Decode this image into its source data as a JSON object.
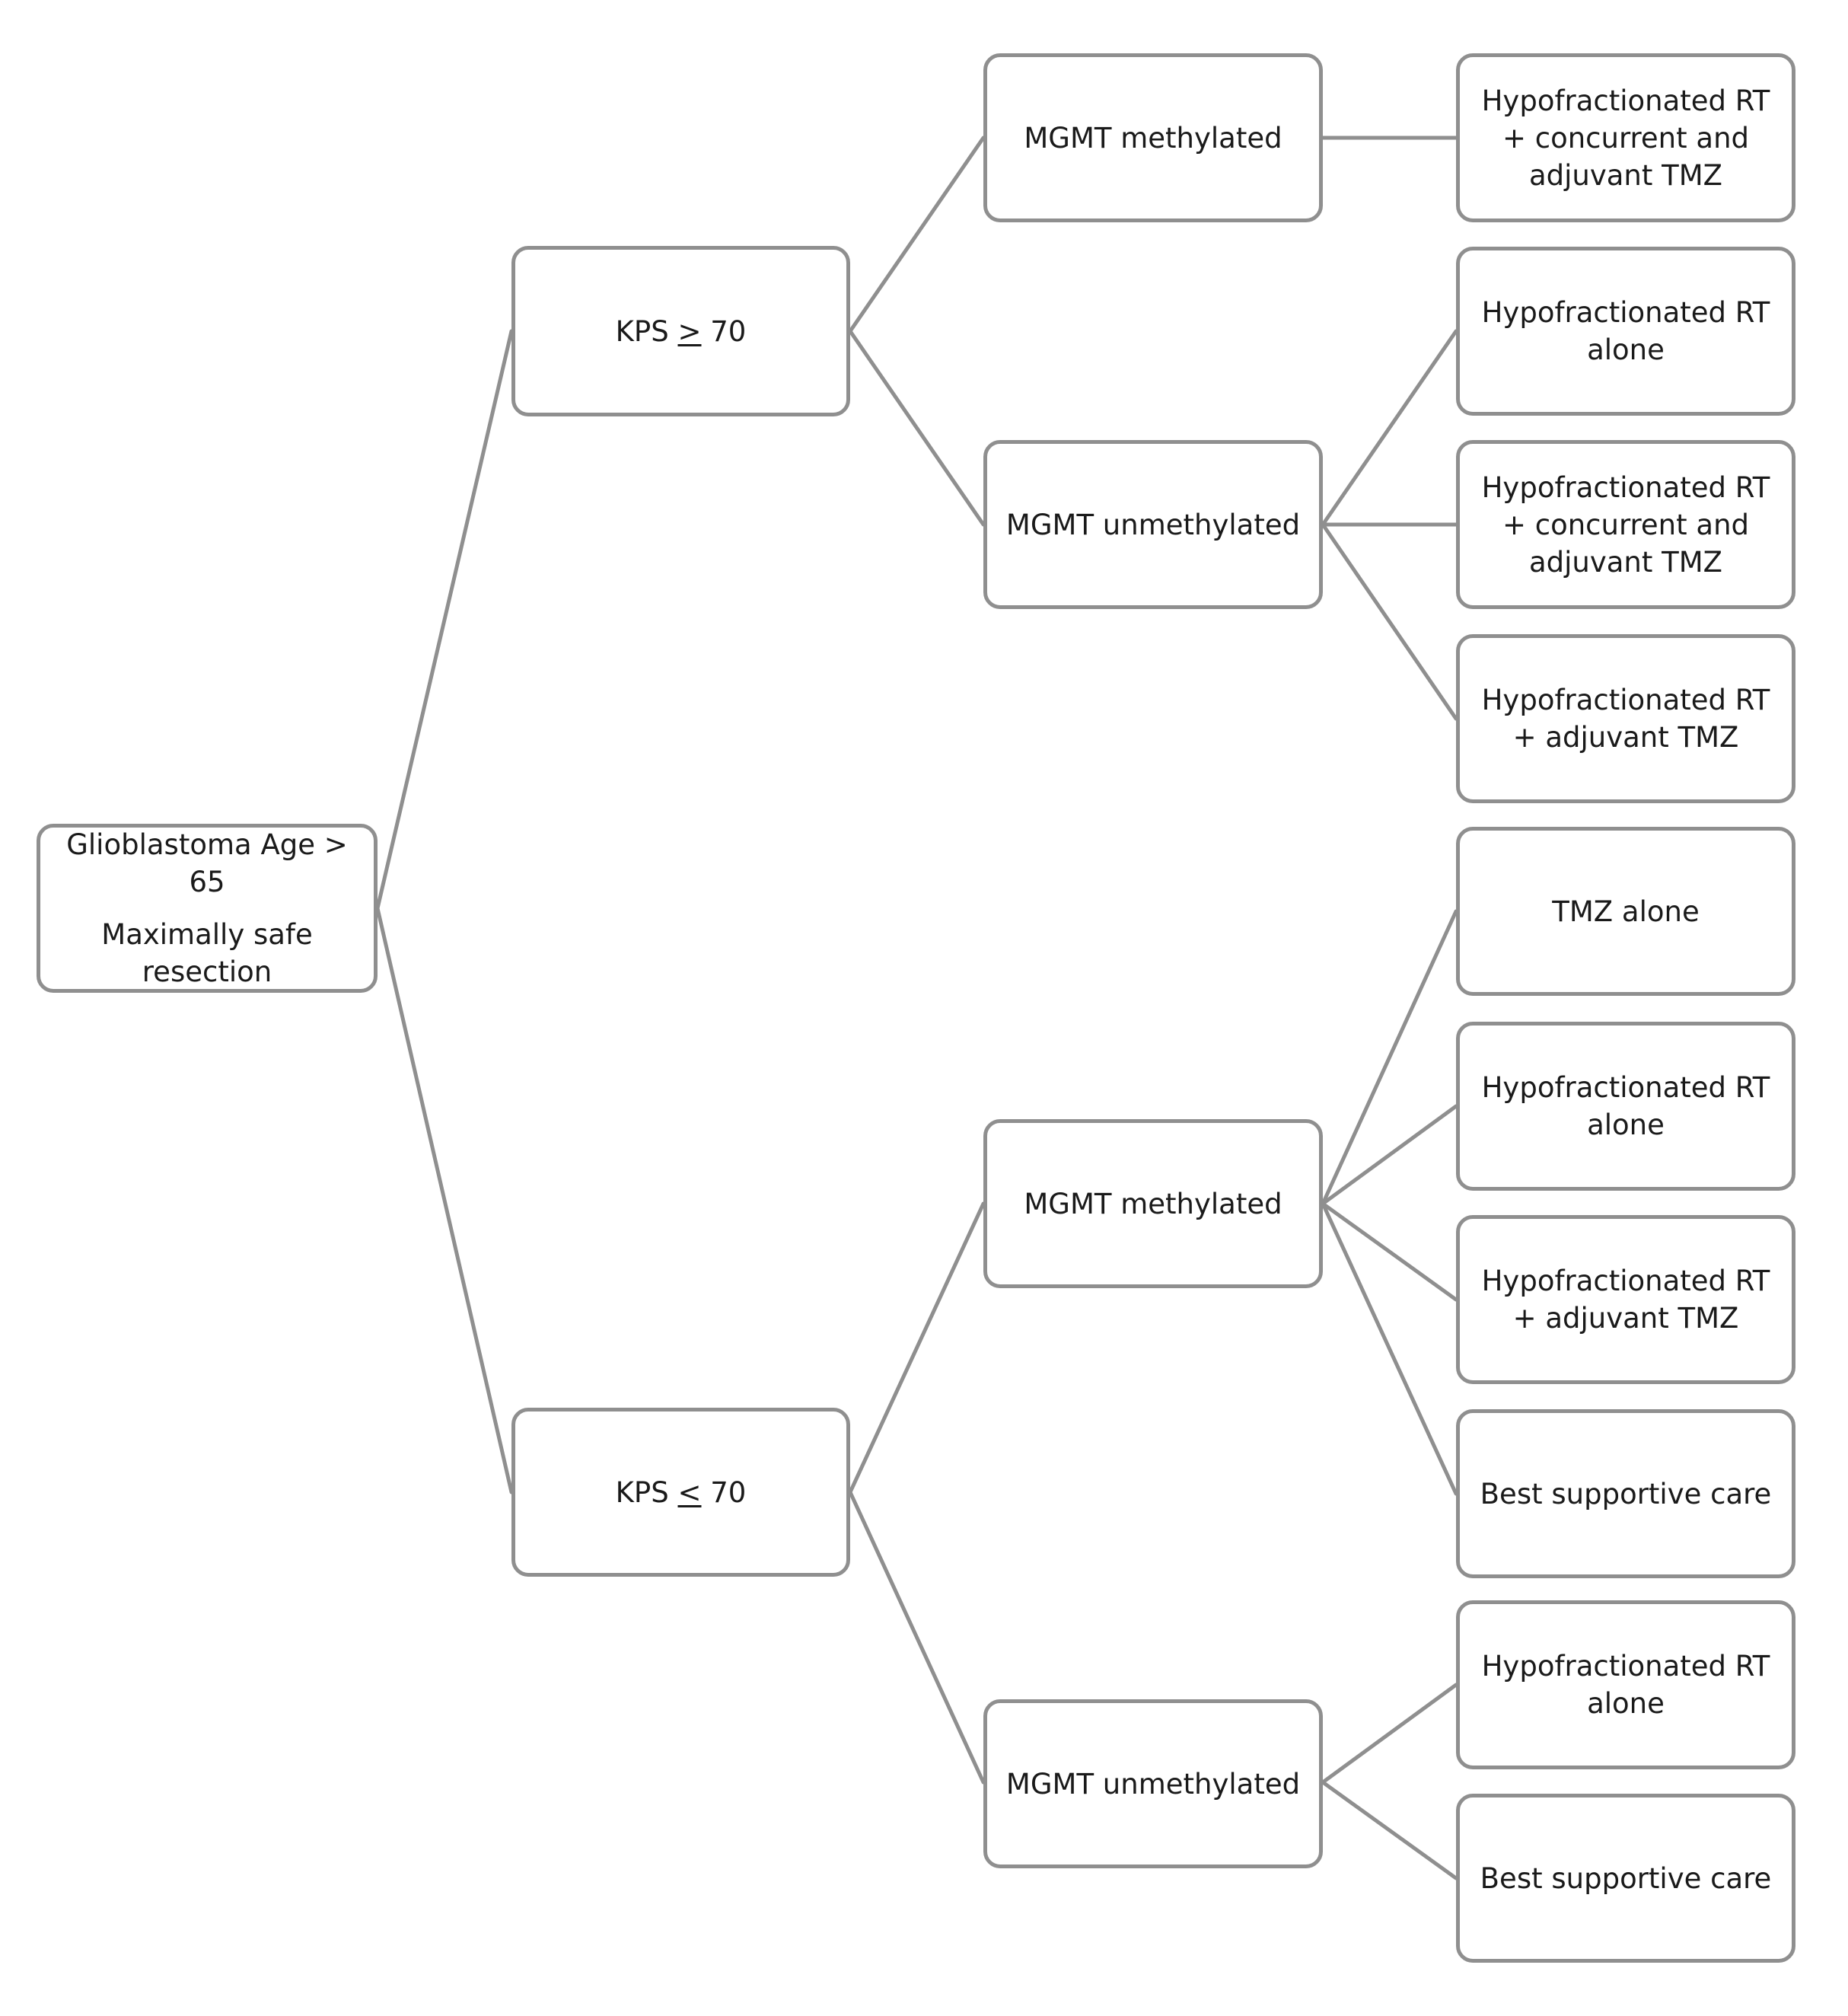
{
  "root": {
    "title": "Glioblastoma Age > 65",
    "subtitle": "Maximally safe resection"
  },
  "kps_high": {
    "prefix": "KPS ",
    "op": ">",
    "suffix": " 70"
  },
  "kps_low": {
    "prefix": "KPS ",
    "op": "<",
    "suffix": " 70"
  },
  "mgmt": {
    "high_methylated": "MGMT methylated",
    "high_unmethylated": "MGMT unmethylated",
    "low_methylated": "MGMT methylated",
    "low_unmethylated": "MGMT unmethylated"
  },
  "outcomes": {
    "h_meth_1": "Hypofractionated RT + concurrent and adjuvant TMZ",
    "h_unmeth_1": "Hypofractionated RT alone",
    "h_unmeth_2": "Hypofractionated RT + concurrent and adjuvant TMZ",
    "h_unmeth_3": "Hypofractionated RT + adjuvant TMZ",
    "l_meth_1": "TMZ alone",
    "l_meth_2": "Hypofractionated RT alone",
    "l_meth_3": "Hypofractionated RT + adjuvant TMZ",
    "l_meth_4": "Best supportive care",
    "l_unmeth_1": "Hypofractionated RT alone",
    "l_unmeth_2": "Best supportive care"
  },
  "colors": {
    "line": "#8f8f8f",
    "border": "#8f8f8f",
    "text": "#1a1a1a"
  }
}
